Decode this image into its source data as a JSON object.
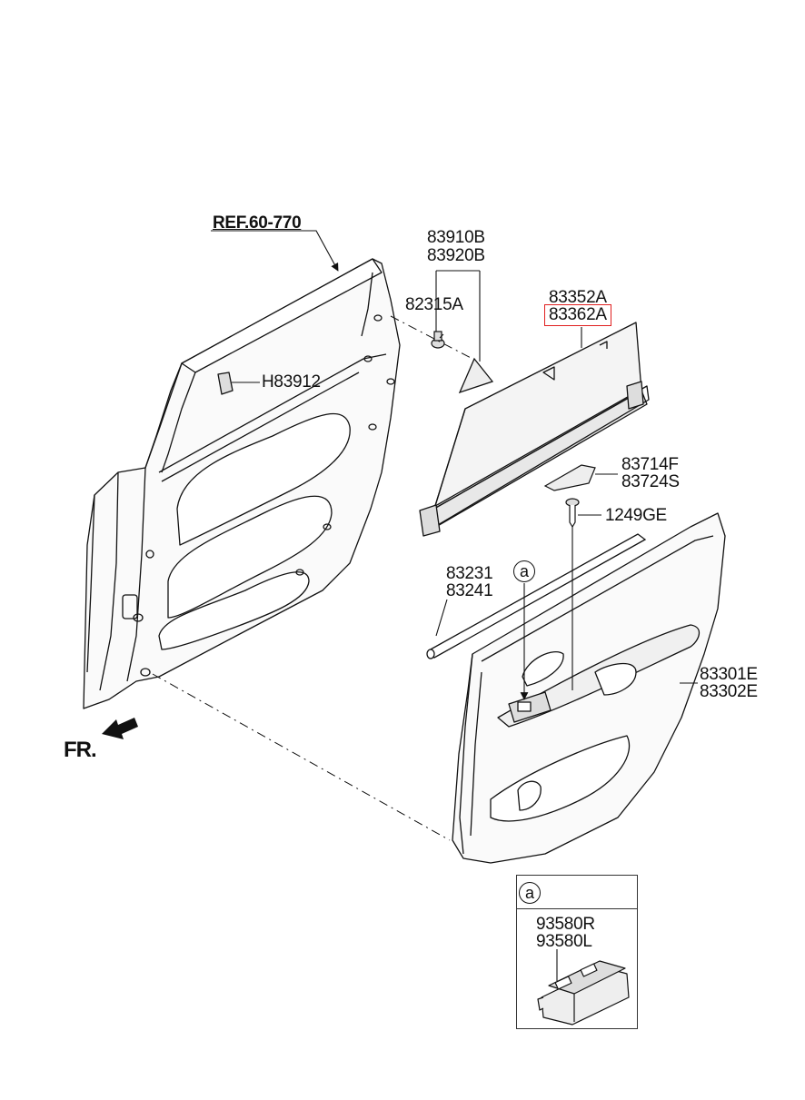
{
  "labels": {
    "ref": "REF.60-770",
    "p83910b": "83910B",
    "p83920b": "83920B",
    "p82315a": "82315A",
    "p83352a": "83352A",
    "p83362a": "83362A",
    "h83912": "H83912",
    "p83714f": "83714F",
    "p83724s": "83724S",
    "p1249ge": "1249GE",
    "p83231": "83231",
    "p83241": "83241",
    "p83301e": "83301E",
    "p83302e": "83302E",
    "fr": "FR.",
    "detail_a": "a",
    "detail_a_inset": "a",
    "p93580r": "93580R",
    "p93580l": "93580L"
  },
  "colors": {
    "line": "#111111",
    "highlight": "#e02020",
    "part_fill": "#f4f4f4"
  }
}
